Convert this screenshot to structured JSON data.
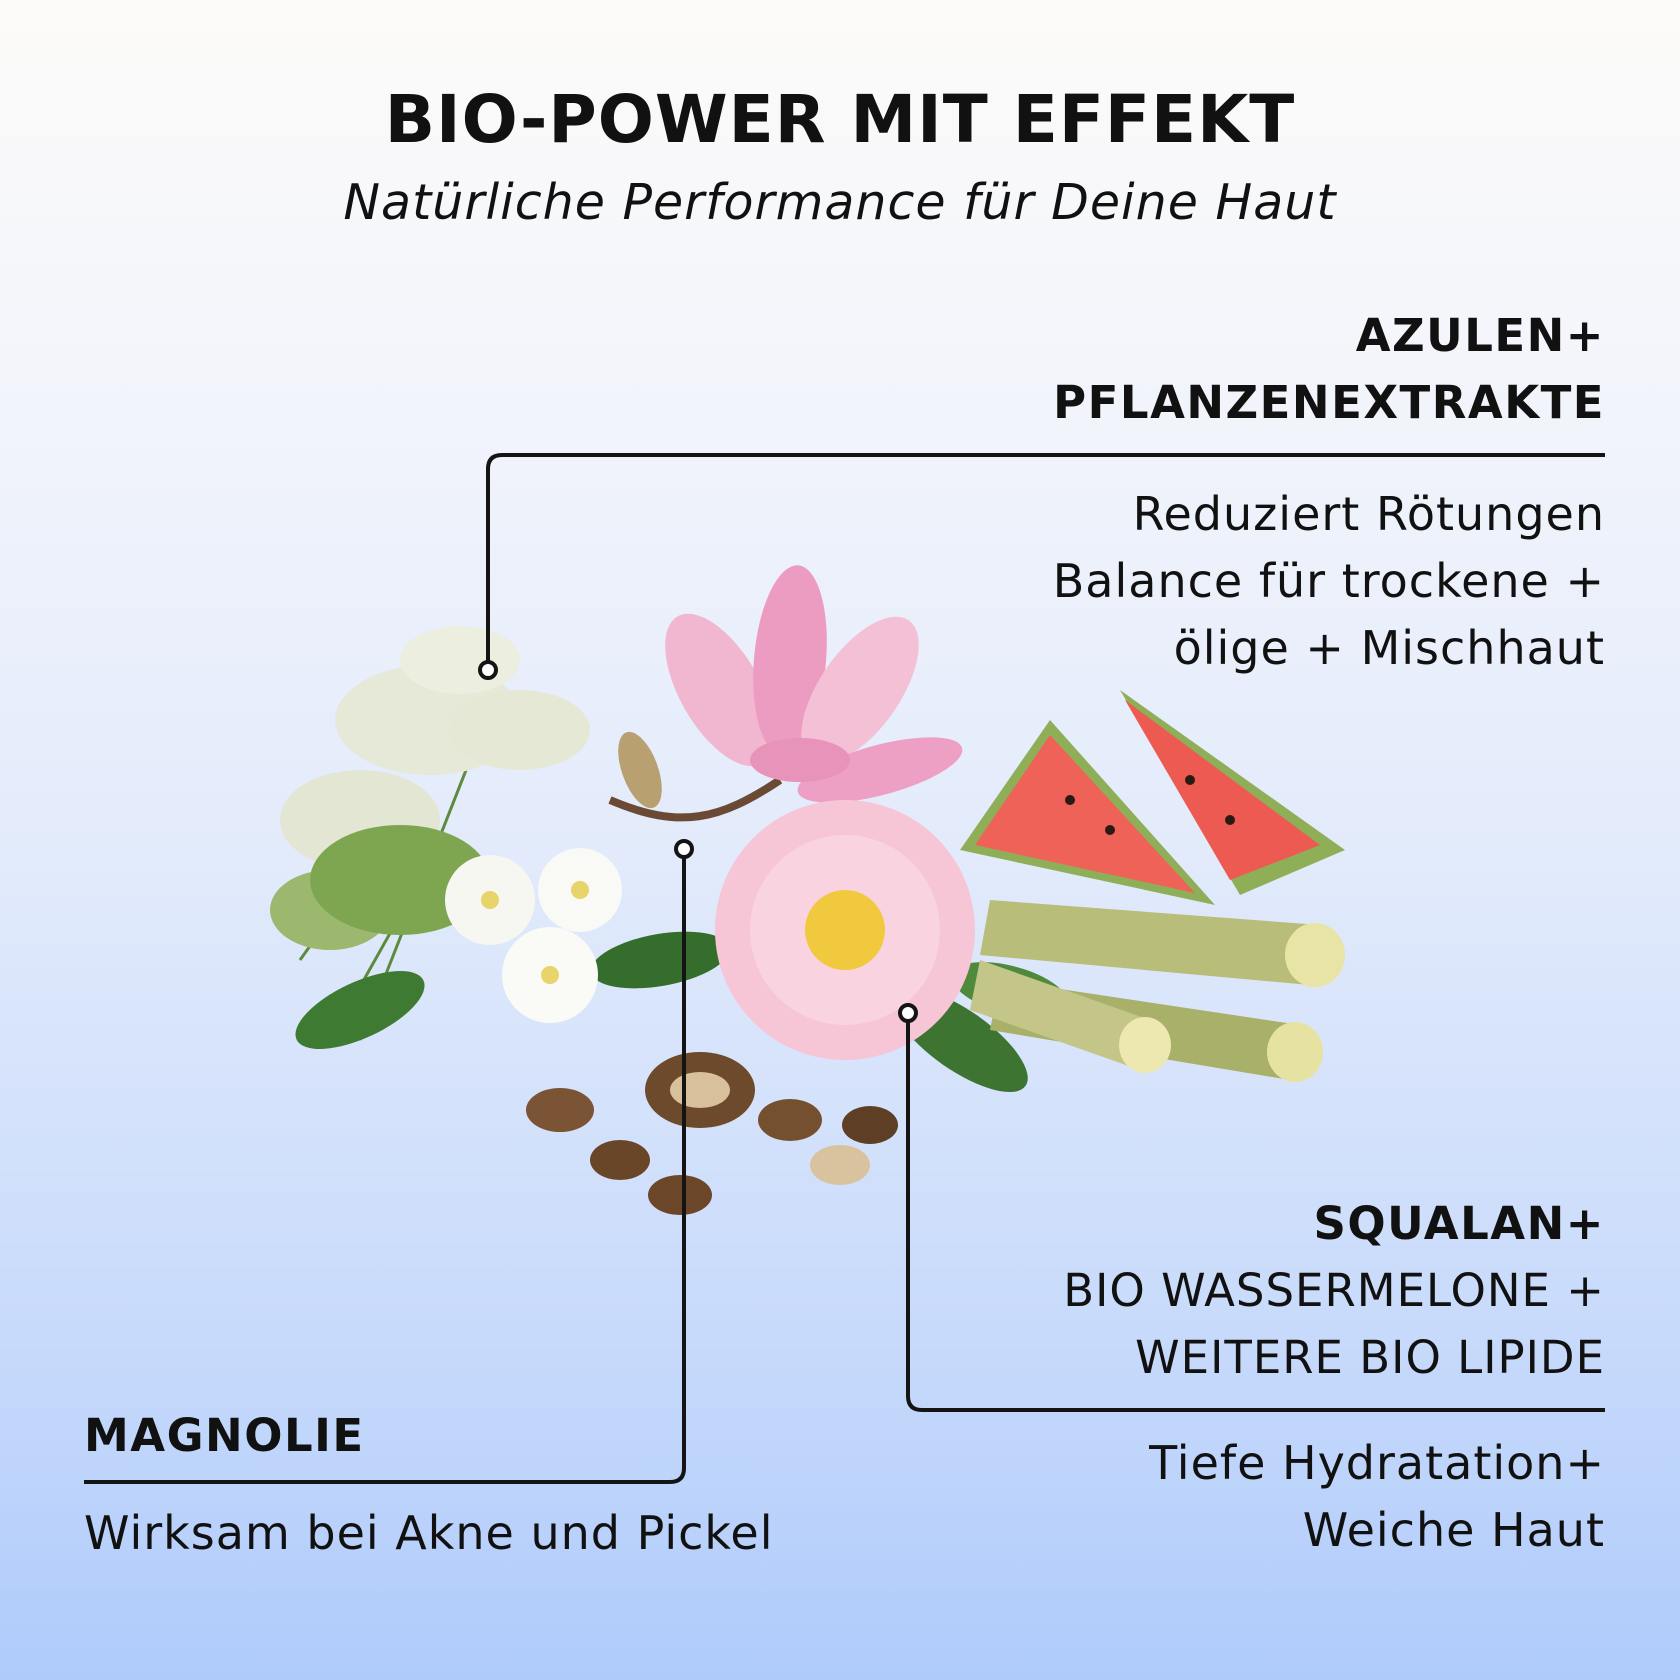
{
  "header": {
    "title": "BIO-POWER MIT EFFEKT",
    "subtitle": "Natürliche Performance für Deine Haut"
  },
  "callouts": {
    "azulen": {
      "heading": [
        "AZULEN+",
        "PFLANZENEXTRAKTE"
      ],
      "benefits": [
        "Reduziert Rötungen",
        "Balance für trockene +",
        "ölige + Mischhaut"
      ]
    },
    "squalan": {
      "heading_bold": "SQUALAN+",
      "heading_lines": [
        "BIO WASSERMELONE +",
        "WEITERE BIO LIPIDE"
      ],
      "benefits": [
        "Tiefe Hydratation+",
        "Weiche Haut"
      ]
    },
    "magnolie": {
      "heading": "MAGNOLIE",
      "benefits": [
        "Wirksam bei Akne und Pickel"
      ]
    }
  },
  "colors": {
    "line": "#141414",
    "text": "#111111",
    "magnolia_pink": "#ec9cc0",
    "camellia_pink": "#f6c6d6",
    "watermelon_red": "#ec5a52",
    "rind_green": "#8fae58",
    "sugarcane": "#b9bd7a",
    "nut_brown": "#6e4a2c",
    "leaf_green": "#3f7a33"
  }
}
